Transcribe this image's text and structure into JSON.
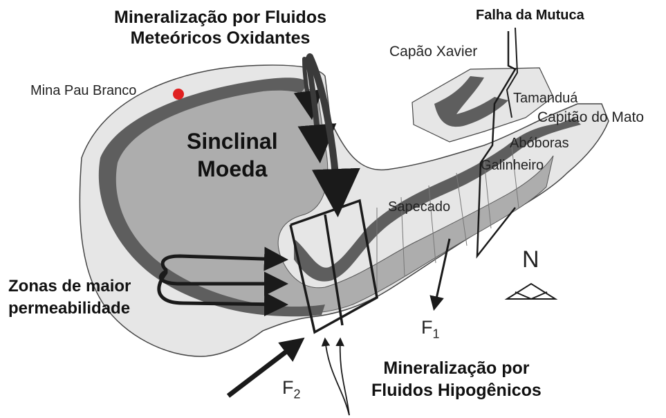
{
  "title_supergene": [
    "Mineralização por Fluidos",
    "Meteóricos Oxidantes"
  ],
  "fault_label": "Falha da Mutuca",
  "mine_label": "Mina Pau Branco",
  "syncline_label": [
    "Sinclinal",
    "Moeda"
  ],
  "deposits": {
    "capao_xavier": "Capão Xavier",
    "tamandua": "Tamanduá",
    "capitao_do_mato": "Capitão do Mato",
    "aboboras": "Abóboras",
    "galinheiro": "Galinheiro",
    "sapecado": "Sapecado"
  },
  "permeability_label": [
    "Zonas de maior",
    "permeabilidade"
  ],
  "north_label": "N",
  "fault_f1": {
    "letter": "F",
    "index": "1"
  },
  "fault_f2": {
    "letter": "F",
    "index": "2"
  },
  "title_hypogene": [
    "Mineralização por",
    "Fluidos Hipogênicos"
  ],
  "colors": {
    "outer_rock": "#e6e6e6",
    "inner_core": "#adadad",
    "ore_band": "#5e5e5e",
    "mine_marker": "#e02020",
    "arrow_dark": "#3a3a3a"
  }
}
